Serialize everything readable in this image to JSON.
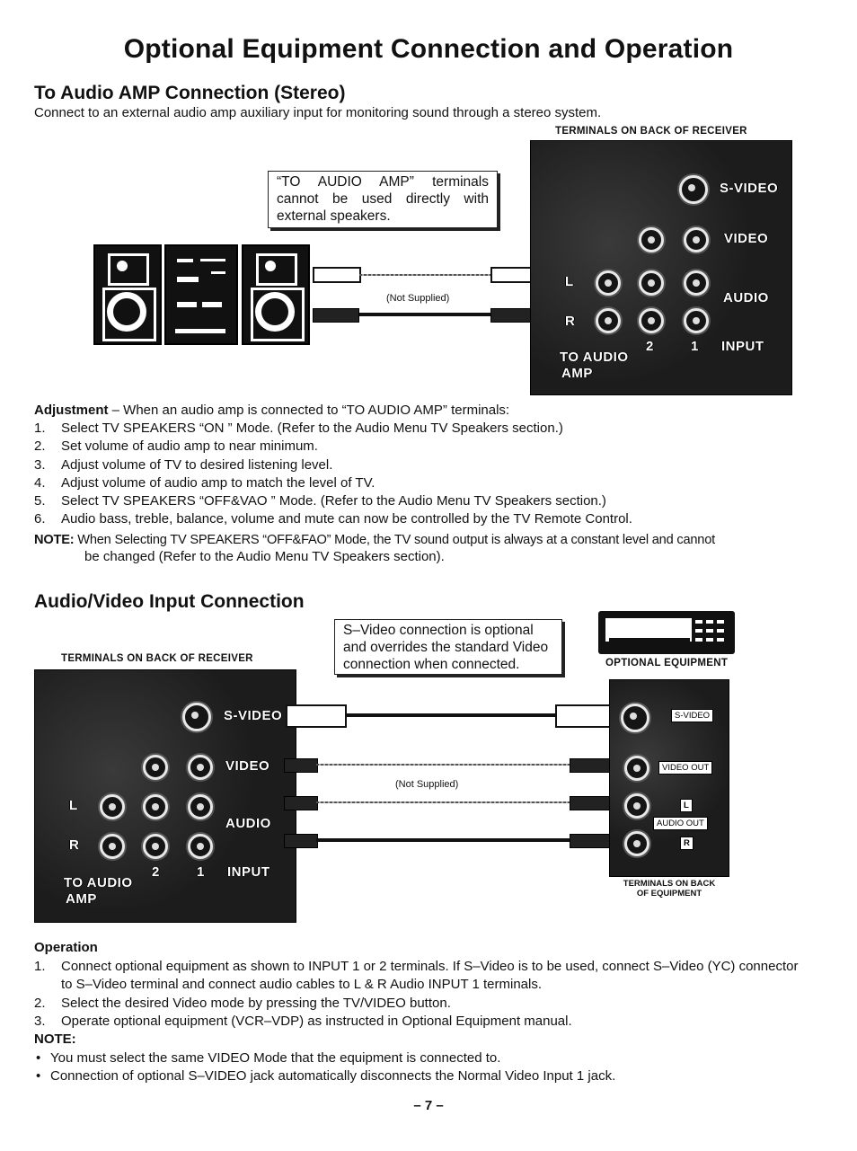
{
  "title": "Optional Equipment Connection and Operation",
  "audio_amp": {
    "heading": "To Audio AMP Connection (Stereo)",
    "intro": "Connect to an external audio amp auxiliary input for monitoring sound through a stereo system.",
    "terminals_caption": "TERMINALS ON BACK OF RECEIVER",
    "callout": "“TO AUDIO AMP” terminals cannot be used directly with external speakers.",
    "not_supplied": "(Not Supplied)",
    "panel": {
      "s_video": "S-VIDEO",
      "video": "VIDEO",
      "audio": "AUDIO",
      "l": "L",
      "r": "R",
      "to_audio": "TO AUDIO",
      "amp": "AMP",
      "input_2": "2",
      "input_1": "1",
      "input": "INPUT"
    },
    "adjustment_label": "Adjustment",
    "adjustment_text": " – When an audio amp is connected to “TO AUDIO AMP” terminals:",
    "steps": [
      {
        "num": "1.",
        "text": "Select TV SPEAKERS “ON ” Mode. (Refer to the Audio Menu TV Speakers section.)"
      },
      {
        "num": "2.",
        "text": "Set volume of audio amp to near minimum."
      },
      {
        "num": "3.",
        "text": "Adjust volume of TV to desired listening level."
      },
      {
        "num": "4.",
        "text": "Adjust volume of audio amp to match the level of TV."
      },
      {
        "num": "5.",
        "text": "Select TV SPEAKERS “OFF&VAO ” Mode. (Refer to the Audio Menu TV Speakers section.)"
      },
      {
        "num": "6.",
        "text": "Audio bass, treble, balance, volume and mute can now be controlled by the TV Remote Control."
      }
    ],
    "note_label": "NOTE:",
    "note_line1": " When Selecting TV SPEAKERS “OFF&FAO” Mode, the TV sound output is always at a constant level and cannot",
    "note_line2": "be changed (Refer to the Audio Menu TV Speakers section)."
  },
  "av_input": {
    "heading": "Audio/Video Input Connection",
    "callout": "S–Video connection is optional and overrides the standard Video connection when connected.",
    "terminals_caption": "TERMINALS ON BACK OF RECEIVER",
    "optional_caption": "OPTIONAL EQUIPMENT",
    "not_supplied": "(Not Supplied)",
    "equip_labels": {
      "s_video": "S-VIDEO",
      "video_out": "VIDEO OUT",
      "l": "L",
      "audio_out": "AUDIO OUT",
      "r": "R"
    },
    "equip_caption_line1": "TERMINALS ON BACK",
    "equip_caption_line2": "OF EQUIPMENT",
    "operation_label": "Operation",
    "steps": [
      {
        "num": "1.",
        "text": "Connect optional equipment as shown to INPUT 1 or 2 terminals. If S–Video is to be used, connect S–Video (YC) connector to S–Video terminal and connect audio cables to L & R Audio INPUT 1 terminals."
      },
      {
        "num": "2.",
        "text": "Select the desired Video mode by pressing the TV/VIDEO button."
      },
      {
        "num": "3.",
        "text": "Operate optional equipment (VCR–VDP) as instructed in Optional Equipment manual."
      }
    ],
    "note_label": "NOTE:",
    "notes": [
      "You must select the same VIDEO Mode that the equipment is connected to.",
      "Connection of optional S–VIDEO jack automatically disconnects the Normal Video Input 1 jack."
    ]
  },
  "page_number": "– 7 –"
}
